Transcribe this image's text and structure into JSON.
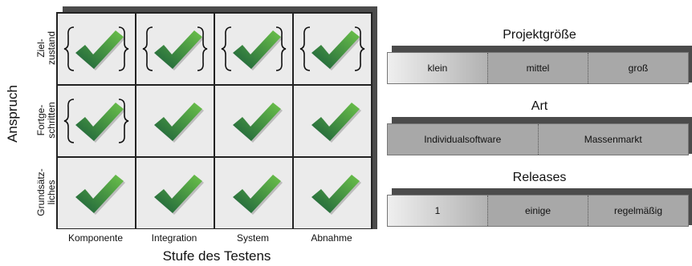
{
  "matrix": {
    "y_axis_label": "Anspruch",
    "x_axis_label": "Stufe des Testens",
    "rows": [
      {
        "label": "Ziel-\nzustand",
        "cells": [
          true,
          true,
          true,
          true
        ]
      },
      {
        "label": "Fortge-\nschritten",
        "cells": [
          true,
          false,
          false,
          false
        ]
      },
      {
        "label": "Grundsätz-\nliches",
        "cells": [
          false,
          false,
          false,
          false
        ]
      }
    ],
    "columns": [
      "Komponente",
      "Integration",
      "System",
      "Abnahme"
    ],
    "check_icon": "checkmark-icon",
    "bracket_icon": "curly-brace-icon",
    "colors": {
      "check_light": "#6cc24a",
      "check_dark": "#1a5e3a",
      "cell_bg": "#ebebeb",
      "shadow": "#4b4b4b"
    }
  },
  "groups": [
    {
      "title": "Projektgröße",
      "segments": [
        "klein",
        "mittel",
        "groß"
      ]
    },
    {
      "title": "Art",
      "segments": [
        "Individualsoftware",
        "Massenmarkt"
      ]
    },
    {
      "title": "Releases",
      "segments": [
        "1",
        "einige",
        "regelmäßig"
      ]
    }
  ]
}
